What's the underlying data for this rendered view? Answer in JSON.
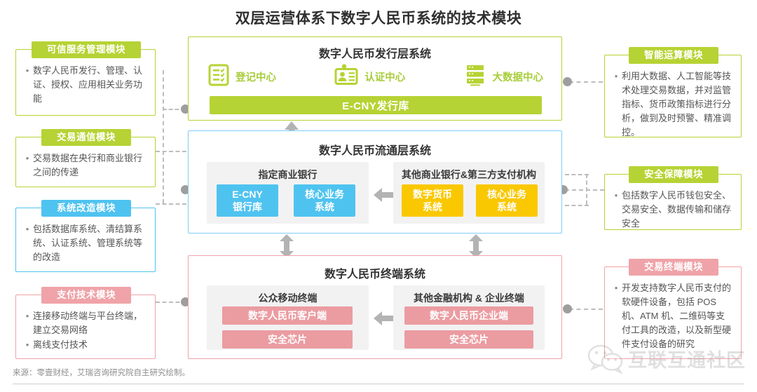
{
  "page": {
    "title": "双层运营体系下数字人民币系统的技术模块",
    "source_note": "来源：零壹财经，艾瑞咨询研究院自主研究绘制。",
    "watermark": "互联互通社区"
  },
  "colors": {
    "green": "#b5d334",
    "blue": "#4fc3f0",
    "pink": "#efa3a8",
    "chip_pink": "#eb9ca1",
    "yellow": "#fac800",
    "gray_arrow": "#b3b3b3",
    "group_bg": "#f2f2f2",
    "dash": "#bdbdbd"
  },
  "left_modules": [
    {
      "title": "可信服务管理模块",
      "color": "green",
      "bullets": [
        "数字人民币发行、管理、认证、授权、应用相关业务功能"
      ]
    },
    {
      "title": "交易通信模块",
      "color": "green",
      "bullets": [
        "交易数据在央行和商业银行之间的传递"
      ]
    },
    {
      "title": "系统改造模块",
      "color": "blue",
      "bullets": [
        "包括数据库系统、清结算系统、认证系统、管理系统等的改造"
      ]
    },
    {
      "title": "支付技术模块",
      "color": "pink",
      "bullets": [
        "连接移动终端与平台终端，建立交易网络",
        "离线支付技术"
      ]
    }
  ],
  "right_modules": [
    {
      "title": "智能运算模块",
      "color": "green",
      "bullets": [
        "利用大数据、人工智能等技术处理交易数据，并对监管指标、货币政策指标进行分析，做到及时预警、精准调控。"
      ]
    },
    {
      "title": "安全保障模块",
      "color": "green",
      "bullets": [
        "包括数字人民币钱包安全、交易安全、数据传输和储存安全"
      ]
    },
    {
      "title": "交易终端模块",
      "color": "pink",
      "bullets": [
        "开发支持数字人民币支付的软硬件设备，包括 POS 机、ATM 机、二维码等支付工具的改造，以及新型硬件支付设备的研究"
      ]
    }
  ],
  "issuance_layer": {
    "title": "数字人民币发行层系统",
    "centers": [
      {
        "label": "登记中心",
        "icon": "checklist-icon"
      },
      {
        "label": "认证中心",
        "icon": "id-card-icon"
      },
      {
        "label": "大数据中心",
        "icon": "database-icon"
      }
    ],
    "bar_label": "E-CNY发行库"
  },
  "circulation_layer": {
    "title": "数字人民币流通层系统",
    "groups": [
      {
        "title": "指定商业银行",
        "chips": [
          {
            "label": "E-CNY\n银行库",
            "color": "blue"
          },
          {
            "label": "核心业务\n系统",
            "color": "blue"
          }
        ]
      },
      {
        "title": "其他商业银行&第三方支付机构",
        "chips": [
          {
            "label": "数字货币\n系统",
            "color": "yellow"
          },
          {
            "label": "核心业务\n系统",
            "color": "yellow"
          }
        ]
      }
    ]
  },
  "terminal_layer": {
    "title": "数字人民币终端系统",
    "groups": [
      {
        "title": "公众移动终端",
        "chips": [
          {
            "label": "数字人民币客户端",
            "color": "pink"
          },
          {
            "label": "安全芯片",
            "color": "pink"
          }
        ]
      },
      {
        "title": "其他金融机构 & 企业终端",
        "chips": [
          {
            "label": "数字人民币企业端",
            "color": "pink"
          },
          {
            "label": "安全芯片",
            "color": "pink"
          }
        ]
      }
    ]
  }
}
